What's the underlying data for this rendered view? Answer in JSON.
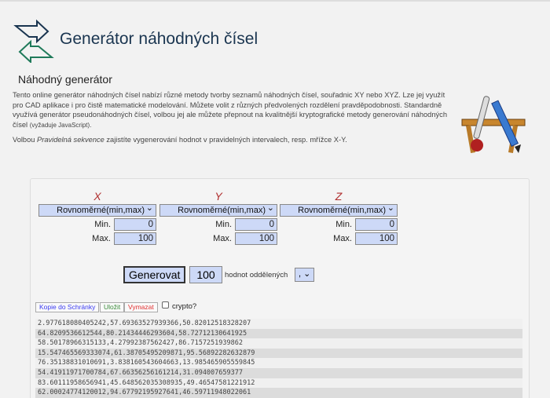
{
  "header": {
    "title": "Generátor náhodných čísel"
  },
  "section": {
    "title": "Náhodný generátor",
    "description": "Tento online generátor náhodných čísel nabízí různé metody tvorby seznamů náhodných čísel, souřadnic XY nebo XYZ. Lze jej využít pro CAD aplikace i pro čistě matematické modelování. Můžete volit z různých předvolených rozdělení pravděpodobnosti. Standardně využívá generátor pseudonáhodných čísel, volbou jej ale můžete přepnout na kvalitnější kryptografické metody generování náhodných čísel",
    "description_note": "(vyžaduje JavaScript).",
    "sequence_prefix": "Volbou ",
    "sequence_italic": "Pravidelná sekvence",
    "sequence_suffix": " zajistíte vygenerování hodnot v pravidelných intervalech, resp. mřížce X-Y."
  },
  "axes": [
    {
      "label": "X",
      "distribution": "Rovnoměrné(min,max)",
      "min_label": "Min.",
      "min": "0",
      "max_label": "Max.",
      "max": "100"
    },
    {
      "label": "Y",
      "distribution": "Rovnoměrné(min,max)",
      "min_label": "Min.",
      "min": "0",
      "max_label": "Max.",
      "max": "100"
    },
    {
      "label": "Z",
      "distribution": "Rovnoměrné(min,max)",
      "min_label": "Min.",
      "min": "0",
      "max_label": "Max.",
      "max": "100"
    }
  ],
  "controls": {
    "generate": "Generovat",
    "count": "100",
    "separator_label": "hodnot oddělených",
    "separator": ","
  },
  "actions": {
    "copy": "Kopie do Schránky",
    "save": "Uložit",
    "clear": "Vymazat",
    "crypto": "crypto?"
  },
  "colors": {
    "copy": "#3a3af0",
    "save": "#3a8a3a",
    "clear": "#e03030"
  },
  "output": [
    "2.977618080405242,57.69363527939366,50.82012518328207",
    "64.8209536612544,80.21434446293604,58.72712130641925",
    "58.50178966315133,4.27992387562427,86.7157251939862",
    "15.547465569333074,61.38705495209871,95.56892282632879",
    "76.35138831010691,3.838160543604663,13.985465905559845",
    "54.41911971700784,67.66356256161214,31.094007659377",
    "83.60111958656941,45.648562035308935,49.46547581221912",
    "62.00024774120012,94.67792195927641,46.59711948022061"
  ]
}
